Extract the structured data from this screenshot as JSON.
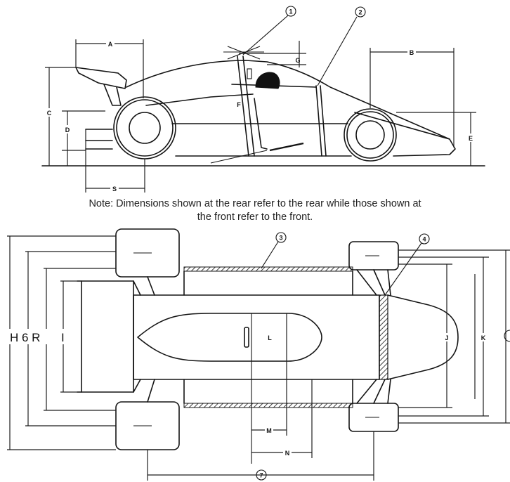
{
  "callouts": {
    "c1": "1",
    "c2": "2",
    "c3": "3",
    "c4": "4",
    "c7": "7"
  },
  "side_view_labels": {
    "A": "A",
    "B": "B",
    "C": "C",
    "G": "G",
    "D": "D",
    "E": "E",
    "F": "F",
    "S": "S"
  },
  "top_view_labels": {
    "I": "I",
    "L": "L",
    "J": "J",
    "K": "K",
    "M": "M",
    "N": "N"
  },
  "left_labels": "H 6 R",
  "note": {
    "line1": "Note: Dimensions shown at the rear refer to the rear while those shown at",
    "line2": "the front refer to the front."
  },
  "colors": {
    "ink": "#141414",
    "background": "#ffffff"
  }
}
